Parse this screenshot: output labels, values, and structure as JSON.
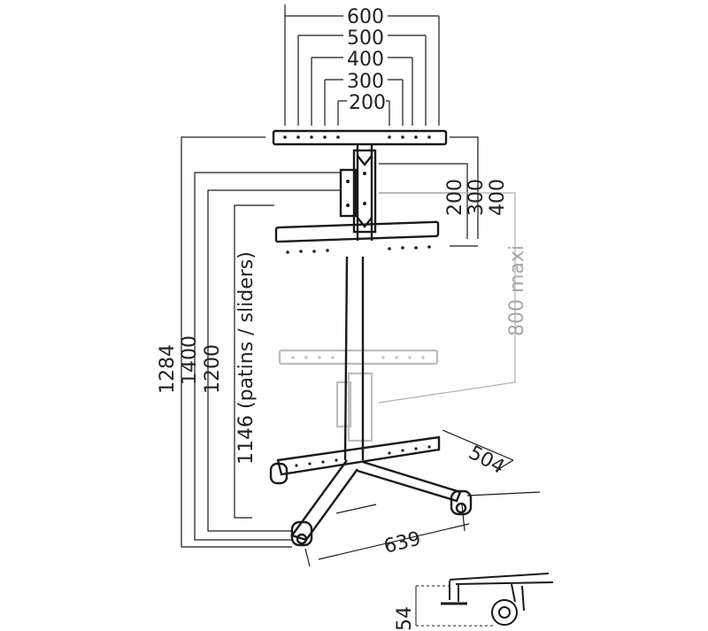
{
  "vesa_widths": [
    "600",
    "500",
    "400",
    "300",
    "200"
  ],
  "vesa_heights": [
    "200",
    "300",
    "400"
  ],
  "heights": [
    "1284",
    "1400",
    "1200",
    "1146 (patins / sliders)"
  ],
  "max_travel": "800 maxi",
  "base_depth": "504",
  "base_width": "639",
  "caster_height": "54",
  "colors": {
    "line": "#1a1a1a",
    "faded": "#b8b8b8",
    "dim_text": "#222222",
    "dim_grey": "#a8a8a8"
  }
}
